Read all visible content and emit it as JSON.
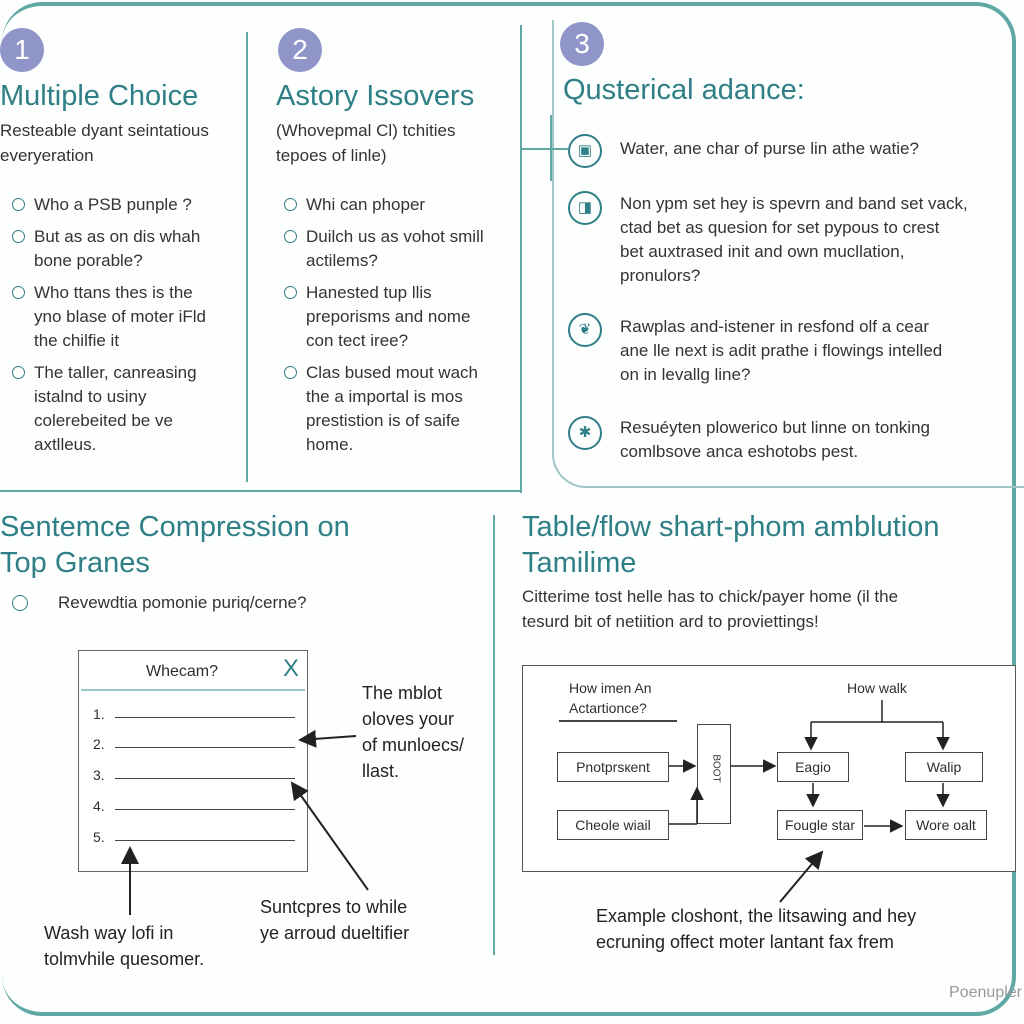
{
  "colors": {
    "accent": "#2f7f86",
    "badge": "#8f95c8",
    "frame": "#5fa8a4"
  },
  "col1": {
    "badge": "1",
    "title": "Multiple Choice",
    "subtitle": [
      "Resteable dyant seintatious",
      "everyeration"
    ],
    "options": [
      [
        "Who a PSB punple ?"
      ],
      [
        "But as as on dis whah",
        "bone porable?"
      ],
      [
        "Who ttans thes is the",
        "yno blase of moter iFld",
        "the chilfie it"
      ],
      [
        "The taller, canreasing",
        "istalnd to usiny",
        "colerebeited be ve",
        "axtlleus."
      ]
    ]
  },
  "col2": {
    "badge": "2",
    "title": "Astory Issovers",
    "subtitle": [
      "(Whovepmal Cl) tchities",
      "tepoes of linle)"
    ],
    "options": [
      [
        "Whi can phoper"
      ],
      [
        "Duilch us as vohot smill",
        "actilems?"
      ],
      [
        "Hanested tup llis",
        "preporisms and nome",
        "con tect iree?"
      ],
      [
        "Clas bused mout wach",
        "the a importal is mos",
        "prestistion is of saife",
        "home."
      ]
    ]
  },
  "col3": {
    "badge": "3",
    "title": "Qusterical adance:",
    "items": [
      {
        "icon": "briefcase-icon",
        "glyph": "▣",
        "lines": [
          "Water, ane char of purse lin athe watie?"
        ]
      },
      {
        "icon": "book-icon",
        "glyph": "◨",
        "lines": [
          "Non ypm set hey is spevrn and band set vack,",
          "ctad bet as quesion for set pypous to crest",
          "bet auxtrased init and own mucllation,",
          "pronulors?"
        ]
      },
      {
        "icon": "leaf-icon",
        "glyph": "❦",
        "lines": [
          "Rawplas and-istener in resfond olf a cear",
          "ane lle next is adit prathe i flowings intelled",
          "on in levallg line?"
        ]
      },
      {
        "icon": "bug-icon",
        "glyph": "✱",
        "lines": [
          "Resuéyten plowerico but linne on tonking",
          "comlbsove anca eshotobs pest."
        ]
      }
    ]
  },
  "sentence": {
    "title": [
      "Sentemce Compression on",
      "Top Granes"
    ],
    "option": "Revewdtia pomonie puriq/cerne?",
    "card_title": "Whecam?",
    "card_close": "X",
    "numbers": [
      "1.",
      "2.",
      "3.",
      "4.",
      "5."
    ],
    "note_right": [
      "The mblot",
      "oloves your",
      "of munloecs/",
      "llast."
    ],
    "note_bottom_left": [
      "Wash way lofi in",
      "tolmvhile quesomer."
    ],
    "note_bottom_mid": [
      "Suntcpres to while",
      "ye arroud dueltifier"
    ]
  },
  "table": {
    "title": [
      "Table/flow shart-phom amblution",
      "Tamilime"
    ],
    "subtitle": [
      "Citterime tost helle has to chick/payer home (il the",
      "tesurd bit of netiition ard to proviettings!"
    ],
    "label_left": [
      "How imen An",
      "Actartionce?"
    ],
    "label_right": "How walk",
    "boxes": {
      "a": "Pnotprsкent",
      "mid": "BOOT",
      "b": "Eagio",
      "c": "Walip",
      "d": "Cheole wiail",
      "e": "Fougle star",
      "f": "Wore oalt"
    },
    "caption": [
      "Example closhont, the litsawing and hey",
      "ecruning offect moter lantant fax frem"
    ]
  },
  "watermark": "Poenupler"
}
